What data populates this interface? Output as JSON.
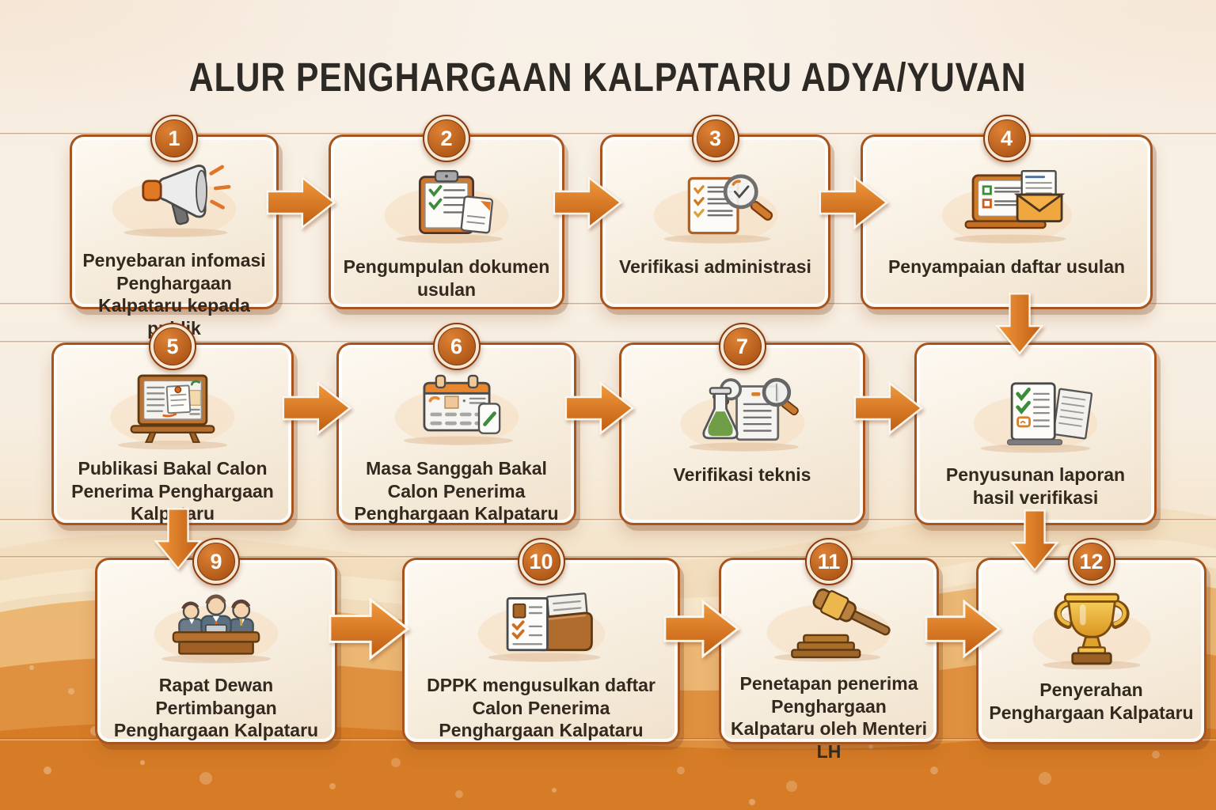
{
  "title": "ALUR PENGHARGAAN KALPATARU ADYA/YUVAN",
  "steps": [
    {
      "number": "1",
      "label": "Penyebaran infomasi Penghargaan Kalpataru kepada publik",
      "icon": "megaphone-icon"
    },
    {
      "number": "2",
      "label": "Pengumpulan dokumen usulan",
      "icon": "clipboard-checklist-icon"
    },
    {
      "number": "3",
      "label": "Verifikasi administrasi",
      "icon": "document-magnifier-icon"
    },
    {
      "number": "4",
      "label": "Penyampaian daftar usulan",
      "icon": "laptop-mail-icon"
    },
    {
      "number": "5",
      "label": "Publikasi Bakal Calon Penerima Penghargaan Kalpataru",
      "icon": "notice-board-icon"
    },
    {
      "number": "6",
      "label": "Masa Sanggah Bakal Calon Penerima Penghargaan Kalpataru",
      "icon": "calendar-icon"
    },
    {
      "number": "7",
      "label": "Verifikasi teknis",
      "icon": "flask-document-magnifier-icon"
    },
    {
      "number": null,
      "label": "Penyusunan laporan hasil verifikasi",
      "icon": "report-checklist-icon"
    },
    {
      "number": "9",
      "label": "Rapat Dewan Pertimbangan Penghargaan Kalpataru",
      "icon": "meeting-icon"
    },
    {
      "number": "10",
      "label": "DPPK mengusulkan daftar Calon Penerima Penghargaan Kalpataru",
      "icon": "documents-folder-icon"
    },
    {
      "number": "11",
      "label": "Penetapan penerima Penghargaan Kalpataru oleh Menteri LH",
      "icon": "gavel-icon"
    },
    {
      "number": "12",
      "label": "Penyerahan Penghargaan Kalpataru",
      "icon": "trophy-icon"
    }
  ],
  "edges": [
    {
      "from": 1,
      "to": 2,
      "direction": "right"
    },
    {
      "from": 2,
      "to": 3,
      "direction": "right"
    },
    {
      "from": 3,
      "to": 4,
      "direction": "right"
    },
    {
      "from": 4,
      "to": 8,
      "direction": "down"
    },
    {
      "from": 5,
      "to": 6,
      "direction": "right"
    },
    {
      "from": 6,
      "to": 7,
      "direction": "right"
    },
    {
      "from": 7,
      "to": 8,
      "direction": "right"
    },
    {
      "from": 5,
      "to": 9,
      "direction": "down"
    },
    {
      "from": 8,
      "to": 12,
      "direction": "down"
    },
    {
      "from": 9,
      "to": 10,
      "direction": "right"
    },
    {
      "from": 10,
      "to": 11,
      "direction": "right"
    },
    {
      "from": 11,
      "to": 12,
      "direction": "right"
    }
  ],
  "colors": {
    "accent_orange": "#d97a2b",
    "arrow_gradient": [
      "#f19a3d",
      "#bf5c11"
    ],
    "box_border": "#a8541e",
    "box_background": "#f7efe3",
    "badge_orange": "#b5541e",
    "title_text": "#2d2925",
    "label_text": "#34291f",
    "background_top": "#f8f1e7",
    "background_bottom": "#d97f2e"
  }
}
